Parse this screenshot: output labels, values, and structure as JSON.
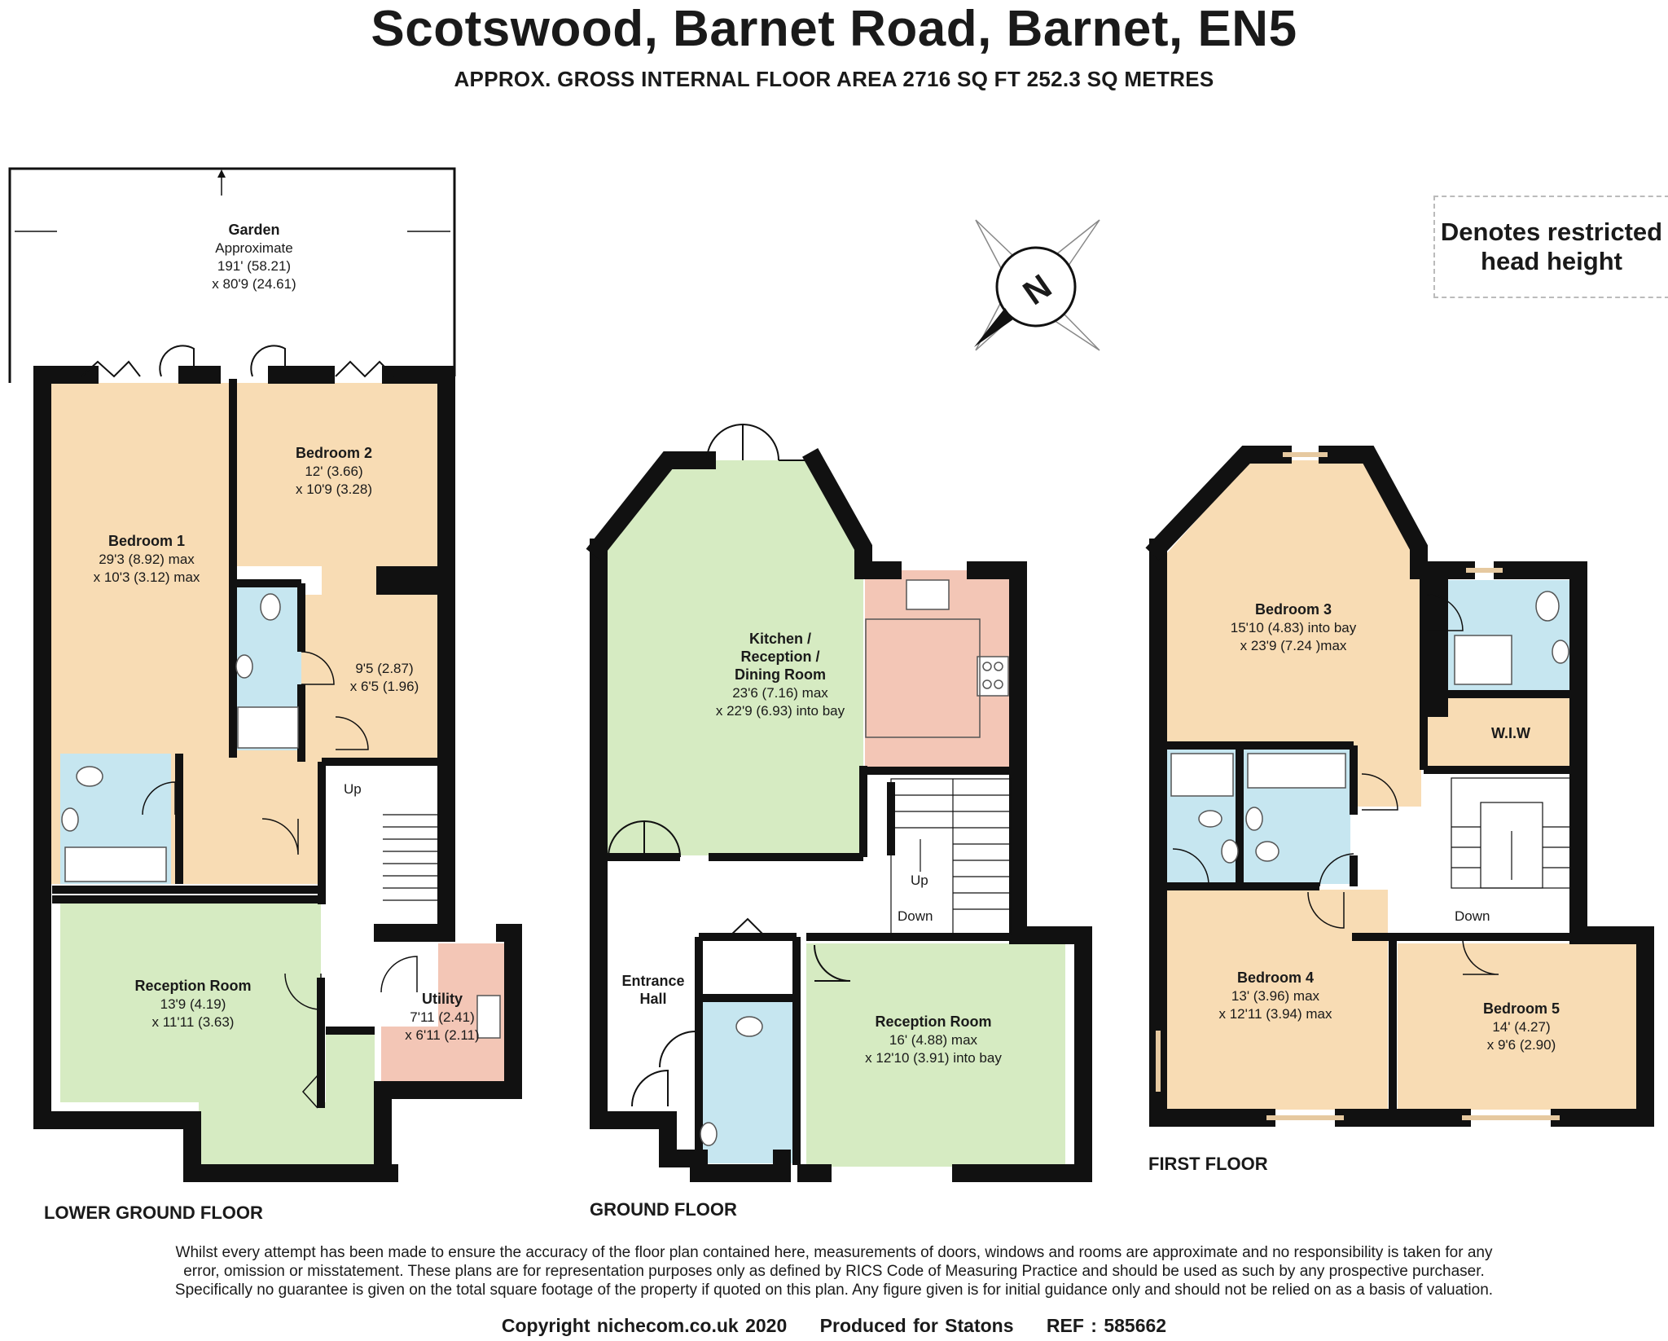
{
  "header": {
    "title": "Scotswood, Barnet Road, Barnet, EN5",
    "subtitle": "APPROX. GROSS INTERNAL FLOOR AREA 2716 SQ FT 252.3 SQ METRES"
  },
  "legend": {
    "line1": "Denotes restricted",
    "line2": "head height"
  },
  "compass": {
    "letter": "N"
  },
  "floors": {
    "lower_ground": "LOWER GROUND FLOOR",
    "ground": "GROUND FLOOR",
    "first": "FIRST FLOOR"
  },
  "rooms": {
    "garden": {
      "name": "Garden",
      "line1": "Approximate",
      "line2": "191' (58.21)",
      "line3": "x 80'9 (24.61)"
    },
    "bedroom1": {
      "name": "Bedroom 1",
      "line1": "29'3 (8.92) max",
      "line2": "x 10'3 (3.12) max"
    },
    "bedroom2": {
      "name": "Bedroom 2",
      "line1": "12' (3.66)",
      "line2": "x 10'9 (3.28)"
    },
    "bedroom2_ext": {
      "line1": "9'5 (2.87)",
      "line2": "x 6'5 (1.96)"
    },
    "reception_lg": {
      "name": "Reception Room",
      "line1": "13'9 (4.19)",
      "line2": "x 11'11 (3.63)"
    },
    "utility": {
      "name": "Utility",
      "line1": "7'11 (2.41)",
      "line2": "x 6'11 (2.11)"
    },
    "kitchen": {
      "name1": "Kitchen /",
      "name2": "Reception /",
      "name3": "Dining Room",
      "line1": "23'6 (7.16) max",
      "line2": "x 22'9 (6.93) into bay"
    },
    "entrance": {
      "name1": "Entrance",
      "name2": "Hall"
    },
    "reception_g": {
      "name": "Reception Room",
      "line1": "16' (4.88) max",
      "line2": "x 12'10 (3.91) into bay"
    },
    "bedroom3": {
      "name": "Bedroom 3",
      "line1": "15'10 (4.83) into bay",
      "line2": "x 23'9 (7.24 )max"
    },
    "wiw": {
      "name": "W.I.W"
    },
    "bedroom4": {
      "name": "Bedroom 4",
      "line1": "13' (3.96) max",
      "line2": "x 12'11 (3.94) max"
    },
    "bedroom5": {
      "name": "Bedroom 5",
      "line1": "14' (4.27)",
      "line2": "x 9'6 (2.90)"
    }
  },
  "stairs": {
    "up_lg": "Up",
    "up_g": "Up",
    "down_g": "Down",
    "down_f": "Down"
  },
  "colors": {
    "bedroom": "#f8dcb4",
    "reception": "#d6ebc2",
    "bathroom": "#c6e6f0",
    "kitchen": "#f3c6b6",
    "wall": "#111111"
  },
  "footer": {
    "disclaimer1": "Whilst every attempt has been made to ensure the accuracy of the floor plan contained here, measurements of doors, windows and rooms are approximate and no responsibility is taken for any",
    "disclaimer2": "error, omission or misstatement. These plans are for representation purposes only as defined by RICS Code of Measuring Practice and should be used as such by any prospective purchaser.",
    "disclaimer3": "Specifically no guarantee is given on the total square footage of the property if quoted on this plan. Any figure given is for initial guidance only and should not be relied on as a basis of valuation.",
    "copyright": "Copyright nichecom.co.uk 2020",
    "produced": "Produced for Statons",
    "ref": "REF : 585662"
  }
}
